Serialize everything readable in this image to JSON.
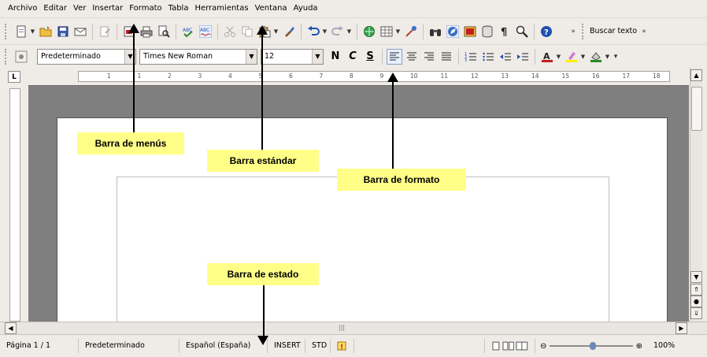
{
  "menubar": {
    "items": [
      "Archivo",
      "Editar",
      "Ver",
      "Insertar",
      "Formato",
      "Tabla",
      "Herramientas",
      "Ventana",
      "Ayuda"
    ]
  },
  "standard_toolbar": {
    "search_label": "Buscar texto"
  },
  "formatting_toolbar": {
    "paragraph_style": "Predeterminado",
    "font_name": "Times New Roman",
    "font_size": "12",
    "bold_label": "N",
    "italic_label": "C",
    "underline_label": "S"
  },
  "ruler": {
    "numbers": [
      "1",
      "1",
      "2",
      "3",
      "4",
      "5",
      "6",
      "7",
      "8",
      "9",
      "10",
      "11",
      "12",
      "13",
      "14",
      "15",
      "16",
      "17",
      "18"
    ]
  },
  "callouts": {
    "menubar": "Barra de menús",
    "standard": "Barra estándar",
    "formatting": "Barra de formato",
    "status": "Barra de estado"
  },
  "statusbar": {
    "page": "Página  1 / 1",
    "style": "Predeterminado",
    "language": "Español (España)",
    "insert_mode": "INSERT",
    "selection_mode": "STD",
    "zoom": "100%"
  },
  "colors": {
    "callout_bg": "#ffff88",
    "workspace": "#7f7f7f",
    "chrome": "#efebe7"
  }
}
